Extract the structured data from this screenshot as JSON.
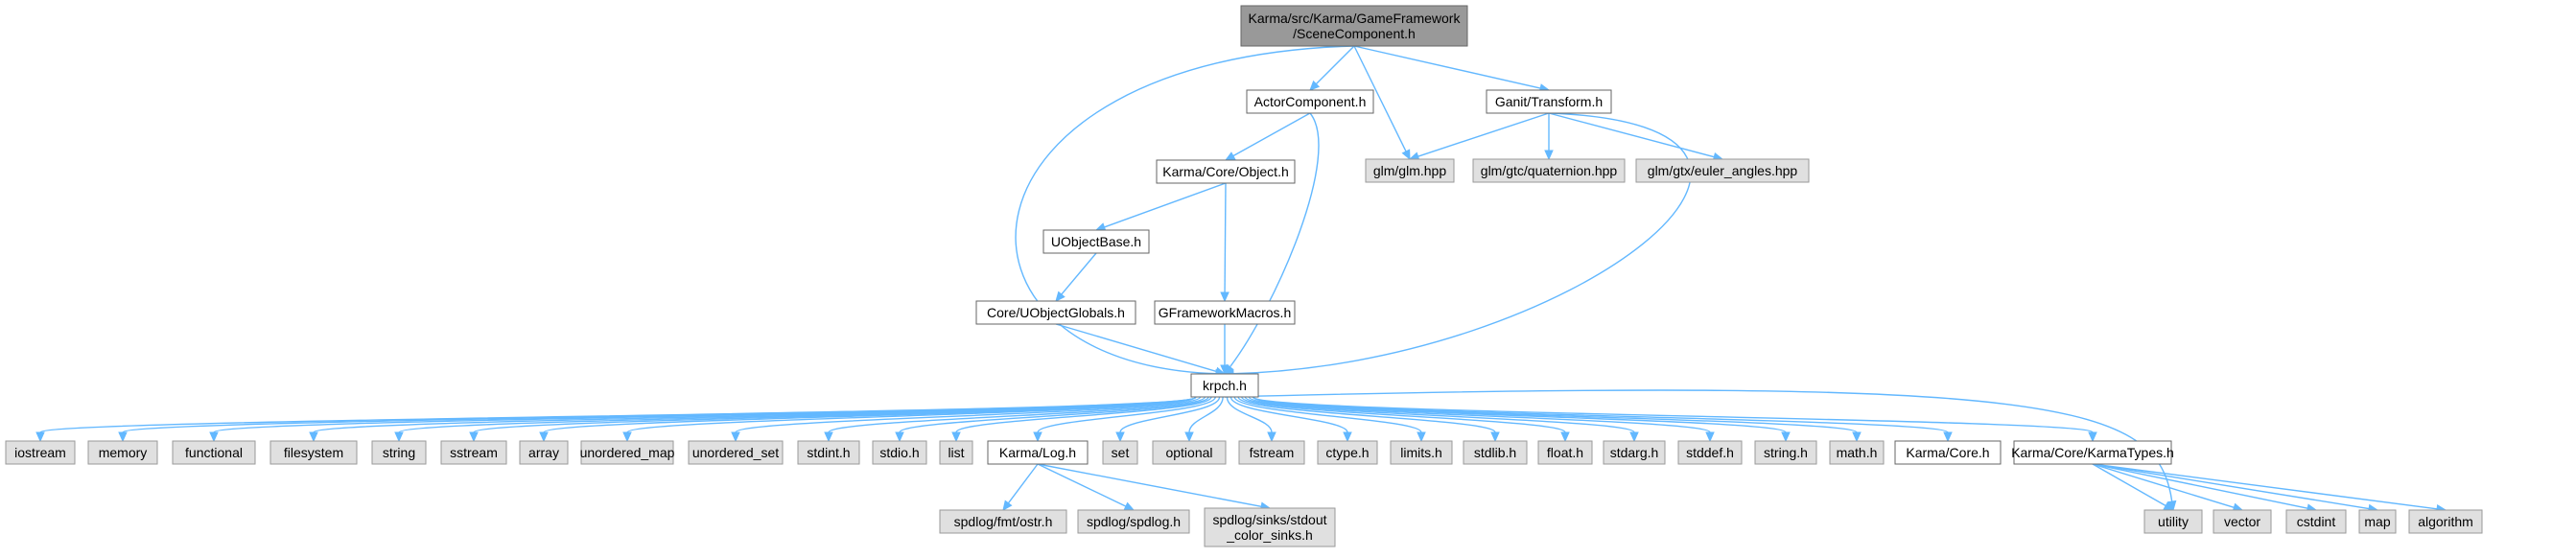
{
  "colors": {
    "edge": "#63b8ff",
    "root_fill": "#999999",
    "internal_fill": "#ffffff",
    "external_fill": "#e0e0e0",
    "border": "#666666"
  },
  "nodes": [
    {
      "id": "root",
      "lines": [
        "Karma/src/Karma/GameFramework",
        "/SceneComponent.h"
      ],
      "kind": "root"
    },
    {
      "id": "actorcomp",
      "lines": [
        "ActorComponent.h"
      ],
      "kind": "internal"
    },
    {
      "id": "glm",
      "lines": [
        "glm/glm.hpp"
      ],
      "kind": "external"
    },
    {
      "id": "transform",
      "lines": [
        "Ganit/Transform.h"
      ],
      "kind": "internal"
    },
    {
      "id": "quat",
      "lines": [
        "glm/gtc/quaternion.hpp"
      ],
      "kind": "external"
    },
    {
      "id": "euler",
      "lines": [
        "glm/gtx/euler_angles.hpp"
      ],
      "kind": "external"
    },
    {
      "id": "object",
      "lines": [
        "Karma/Core/Object.h"
      ],
      "kind": "internal"
    },
    {
      "id": "uobjbase",
      "lines": [
        "UObjectBase.h"
      ],
      "kind": "internal"
    },
    {
      "id": "uobjglob",
      "lines": [
        "Core/UObjectGlobals.h"
      ],
      "kind": "internal"
    },
    {
      "id": "gfmacros",
      "lines": [
        "GFrameworkMacros.h"
      ],
      "kind": "internal"
    },
    {
      "id": "krpch",
      "lines": [
        "krpch.h"
      ],
      "kind": "internal"
    },
    {
      "id": "iostream",
      "lines": [
        "iostream"
      ],
      "kind": "external"
    },
    {
      "id": "memory",
      "lines": [
        "memory"
      ],
      "kind": "external"
    },
    {
      "id": "functional",
      "lines": [
        "functional"
      ],
      "kind": "external"
    },
    {
      "id": "filesystem",
      "lines": [
        "filesystem"
      ],
      "kind": "external"
    },
    {
      "id": "string",
      "lines": [
        "string"
      ],
      "kind": "external"
    },
    {
      "id": "sstream",
      "lines": [
        "sstream"
      ],
      "kind": "external"
    },
    {
      "id": "array",
      "lines": [
        "array"
      ],
      "kind": "external"
    },
    {
      "id": "umap",
      "lines": [
        "unordered_map"
      ],
      "kind": "external"
    },
    {
      "id": "uset",
      "lines": [
        "unordered_set"
      ],
      "kind": "external"
    },
    {
      "id": "stdint",
      "lines": [
        "stdint.h"
      ],
      "kind": "external"
    },
    {
      "id": "stdio",
      "lines": [
        "stdio.h"
      ],
      "kind": "external"
    },
    {
      "id": "list",
      "lines": [
        "list"
      ],
      "kind": "external"
    },
    {
      "id": "log",
      "lines": [
        "Karma/Log.h"
      ],
      "kind": "internal"
    },
    {
      "id": "set",
      "lines": [
        "set"
      ],
      "kind": "external"
    },
    {
      "id": "optional",
      "lines": [
        "optional"
      ],
      "kind": "external"
    },
    {
      "id": "fstream",
      "lines": [
        "fstream"
      ],
      "kind": "external"
    },
    {
      "id": "ctype",
      "lines": [
        "ctype.h"
      ],
      "kind": "external"
    },
    {
      "id": "limits",
      "lines": [
        "limits.h"
      ],
      "kind": "external"
    },
    {
      "id": "stdlib",
      "lines": [
        "stdlib.h"
      ],
      "kind": "external"
    },
    {
      "id": "float",
      "lines": [
        "float.h"
      ],
      "kind": "external"
    },
    {
      "id": "stdarg",
      "lines": [
        "stdarg.h"
      ],
      "kind": "external"
    },
    {
      "id": "stddef",
      "lines": [
        "stddef.h"
      ],
      "kind": "external"
    },
    {
      "id": "stringh",
      "lines": [
        "string.h"
      ],
      "kind": "external"
    },
    {
      "id": "math",
      "lines": [
        "math.h"
      ],
      "kind": "external"
    },
    {
      "id": "core",
      "lines": [
        "Karma/Core.h"
      ],
      "kind": "internal"
    },
    {
      "id": "ktypes",
      "lines": [
        "Karma/Core/KarmaTypes.h"
      ],
      "kind": "internal"
    },
    {
      "id": "utility",
      "lines": [
        "utility"
      ],
      "kind": "external"
    },
    {
      "id": "vector",
      "lines": [
        "vector"
      ],
      "kind": "external"
    },
    {
      "id": "cstdint",
      "lines": [
        "cstdint"
      ],
      "kind": "external"
    },
    {
      "id": "map",
      "lines": [
        "map"
      ],
      "kind": "external"
    },
    {
      "id": "algorithm",
      "lines": [
        "algorithm"
      ],
      "kind": "external"
    },
    {
      "id": "fmtostr",
      "lines": [
        "spdlog/fmt/ostr.h"
      ],
      "kind": "external"
    },
    {
      "id": "spdlog",
      "lines": [
        "spdlog/spdlog.h"
      ],
      "kind": "external"
    },
    {
      "id": "sinks",
      "lines": [
        "spdlog/sinks/stdout",
        "_color_sinks.h"
      ],
      "kind": "external"
    }
  ],
  "edges": [
    [
      "root",
      "actorcomp"
    ],
    [
      "root",
      "glm"
    ],
    [
      "root",
      "transform"
    ],
    [
      "root",
      "krpch"
    ],
    [
      "actorcomp",
      "object"
    ],
    [
      "actorcomp",
      "krpch"
    ],
    [
      "transform",
      "glm"
    ],
    [
      "transform",
      "quat"
    ],
    [
      "transform",
      "euler"
    ],
    [
      "transform",
      "krpch"
    ],
    [
      "object",
      "uobjbase"
    ],
    [
      "object",
      "gfmacros"
    ],
    [
      "uobjbase",
      "uobjglob"
    ],
    [
      "uobjglob",
      "krpch"
    ],
    [
      "gfmacros",
      "krpch"
    ],
    [
      "krpch",
      "iostream"
    ],
    [
      "krpch",
      "memory"
    ],
    [
      "krpch",
      "functional"
    ],
    [
      "krpch",
      "filesystem"
    ],
    [
      "krpch",
      "string"
    ],
    [
      "krpch",
      "sstream"
    ],
    [
      "krpch",
      "array"
    ],
    [
      "krpch",
      "umap"
    ],
    [
      "krpch",
      "uset"
    ],
    [
      "krpch",
      "stdint"
    ],
    [
      "krpch",
      "stdio"
    ],
    [
      "krpch",
      "list"
    ],
    [
      "krpch",
      "log"
    ],
    [
      "krpch",
      "set"
    ],
    [
      "krpch",
      "optional"
    ],
    [
      "krpch",
      "fstream"
    ],
    [
      "krpch",
      "ctype"
    ],
    [
      "krpch",
      "limits"
    ],
    [
      "krpch",
      "stdlib"
    ],
    [
      "krpch",
      "float"
    ],
    [
      "krpch",
      "stdarg"
    ],
    [
      "krpch",
      "stddef"
    ],
    [
      "krpch",
      "stringh"
    ],
    [
      "krpch",
      "math"
    ],
    [
      "krpch",
      "core"
    ],
    [
      "krpch",
      "ktypes"
    ],
    [
      "krpch",
      "utility"
    ],
    [
      "log",
      "fmtostr"
    ],
    [
      "log",
      "spdlog"
    ],
    [
      "log",
      "sinks"
    ],
    [
      "ktypes",
      "utility"
    ],
    [
      "ktypes",
      "vector"
    ],
    [
      "ktypes",
      "cstdint"
    ],
    [
      "ktypes",
      "map"
    ],
    [
      "ktypes",
      "algorithm"
    ]
  ]
}
